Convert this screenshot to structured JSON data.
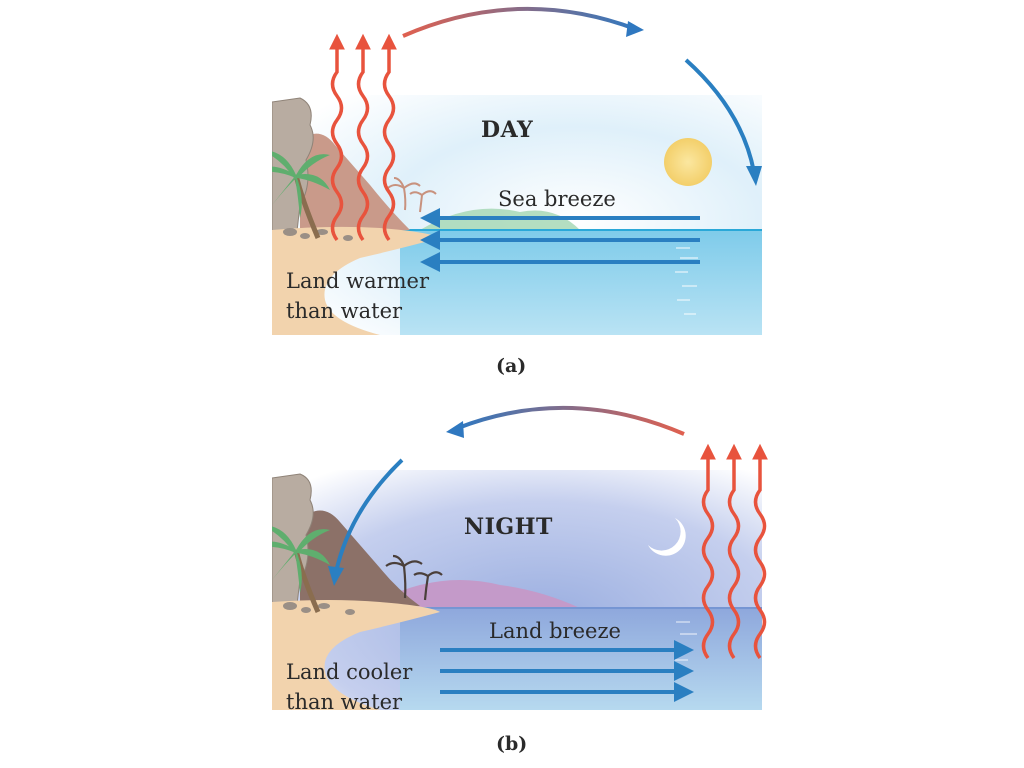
{
  "panels": [
    {
      "title": "DAY",
      "breeze_label": "Sea breeze",
      "condition_line1": "Land warmer",
      "condition_line2": "than water",
      "caption": "(a)",
      "celestial": "sun-icon"
    },
    {
      "title": "NIGHT",
      "breeze_label": "Land breeze",
      "condition_line1": "Land cooler",
      "condition_line2": "than water",
      "caption": "(b)",
      "celestial": "moon-icon"
    }
  ],
  "colors": {
    "rising_heat": "#e8533d",
    "circulation_warm": "#d9604f",
    "circulation_cool": "#2a7fc1",
    "breeze_arrow": "#2a7fc1",
    "day_sky": "#cfe9f7",
    "night_sky": "#a8b6de",
    "day_water": "#8fd0ee",
    "night_water": "#9fb8e4",
    "sand": "#f2d3ad",
    "cliff": "#b7a79a",
    "sun": "#f7d77a"
  }
}
